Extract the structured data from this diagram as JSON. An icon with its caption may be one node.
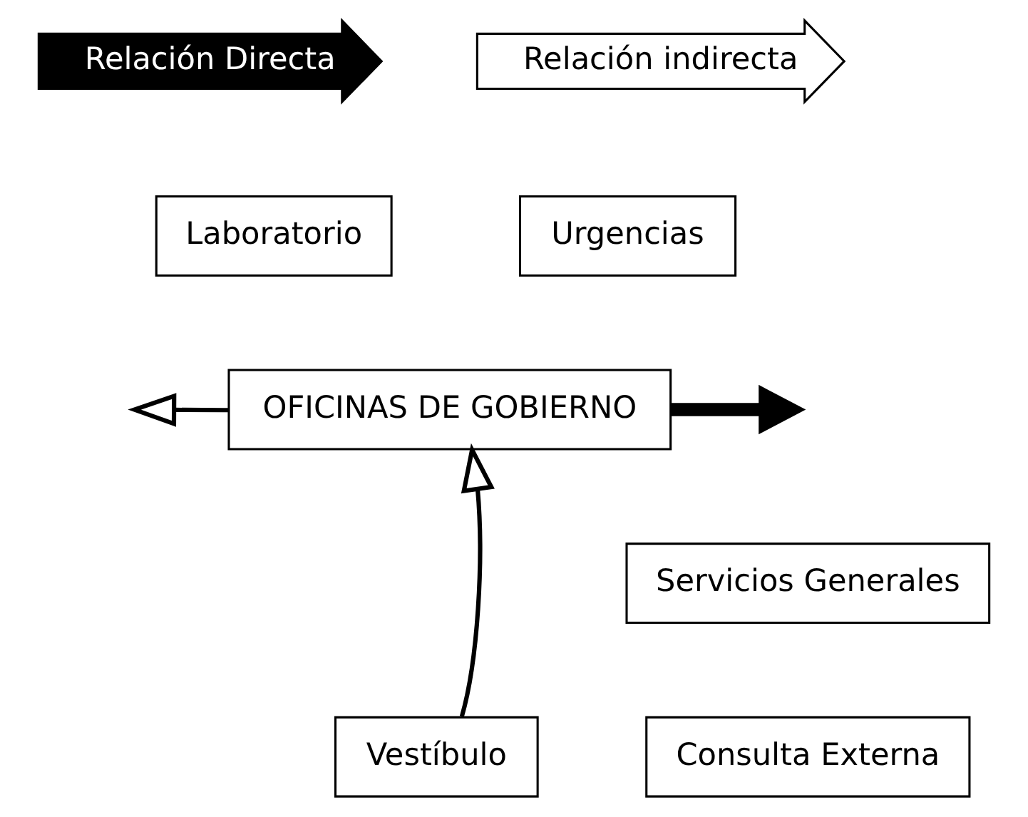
{
  "diagram": {
    "nodes": [
      {
        "text": [
          "Laboratorio"
        ]
      },
      {
        "text": [
          "Urgencias"
        ]
      },
      {
        "text": [
          "OFICINAS DE GOBIERNO"
        ]
      },
      {
        "text": [
          "Servicios Generales"
        ]
      },
      {
        "text": [
          "Consulta Externa"
        ]
      },
      {
        "text": [
          "Vestíbulo"
        ]
      }
    ],
    "edges": [
      {
        "from": 2,
        "to": null,
        "arrow": "to",
        "style": "thick"
      },
      {
        "from": 2,
        "to": null,
        "arrow": "to"
      },
      {
        "from": 5,
        "to": 2,
        "arrow": "to"
      }
    ],
    "legend": [
      {
        "text": "Relación Directa"
      },
      {
        "text": "Relación indirecta"
      }
    ]
  }
}
